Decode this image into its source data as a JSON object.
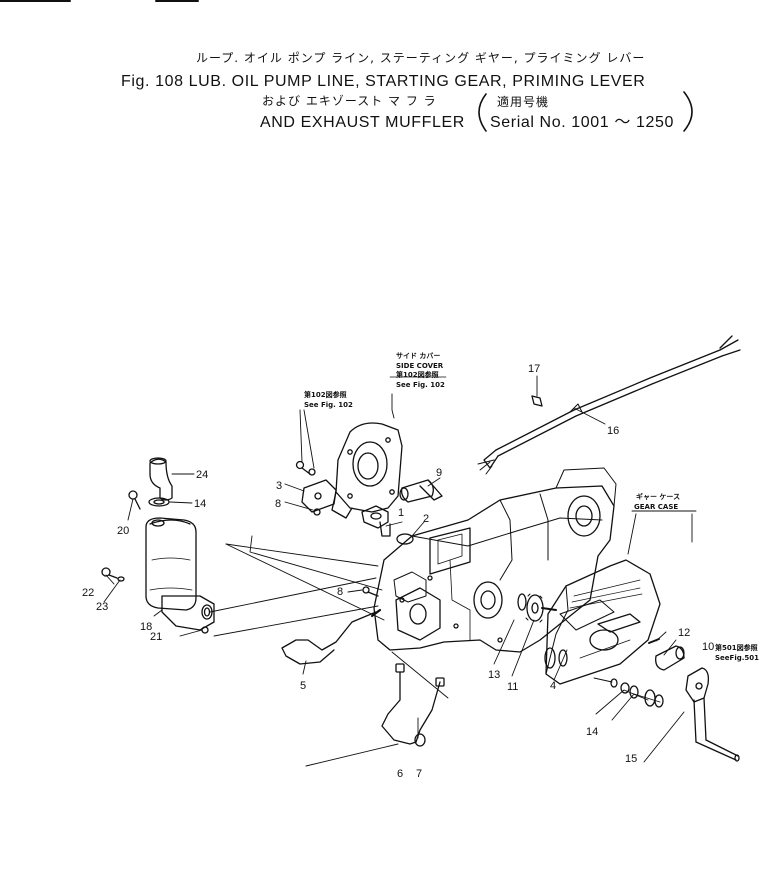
{
  "title": {
    "line1_jp": "ループ. オイル ポンプ ライン, ステーティング ギヤー, プライミング レバー",
    "line2_en": "Fig. 108 LUB. OIL PUMP LINE, STARTING GEAR, PRIMING LEVER",
    "line3_jp": "および エキゾースト マ フ ラ",
    "line4_en": "AND EXHAUST MUFFLER",
    "serial_jp": "適用号機",
    "serial_en": "Serial No. 1001 ～ 1250"
  },
  "notes": {
    "side_cover_jp": "サイド カバー",
    "side_cover_en": "SIDE COVER",
    "side_cover_ref_jp": "第102図参照",
    "side_cover_ref_en": "See Fig. 102",
    "upper_ref_jp": "第102図参照",
    "upper_ref_en": "See Fig. 102",
    "gear_case_jp": "ギャー ケース",
    "gear_case_en": "GEAR CASE",
    "fig501_ref_jp": "第501図参照",
    "fig501_ref_en": "SeeFig.501"
  },
  "callouts": {
    "c1": "1",
    "c2": "2",
    "c3": "3",
    "c4": "4",
    "c5": "5",
    "c6": "6",
    "c7": "7",
    "c8a": "8",
    "c8b": "8",
    "c9": "9",
    "c10": "10",
    "c11": "11",
    "c12": "12",
    "c13": "13",
    "c14a": "14",
    "c14b": "14",
    "c15": "15",
    "c16": "16",
    "c17": "17",
    "c18": "18",
    "c20": "20",
    "c21": "21",
    "c22": "22",
    "c23": "23",
    "c24": "24"
  }
}
